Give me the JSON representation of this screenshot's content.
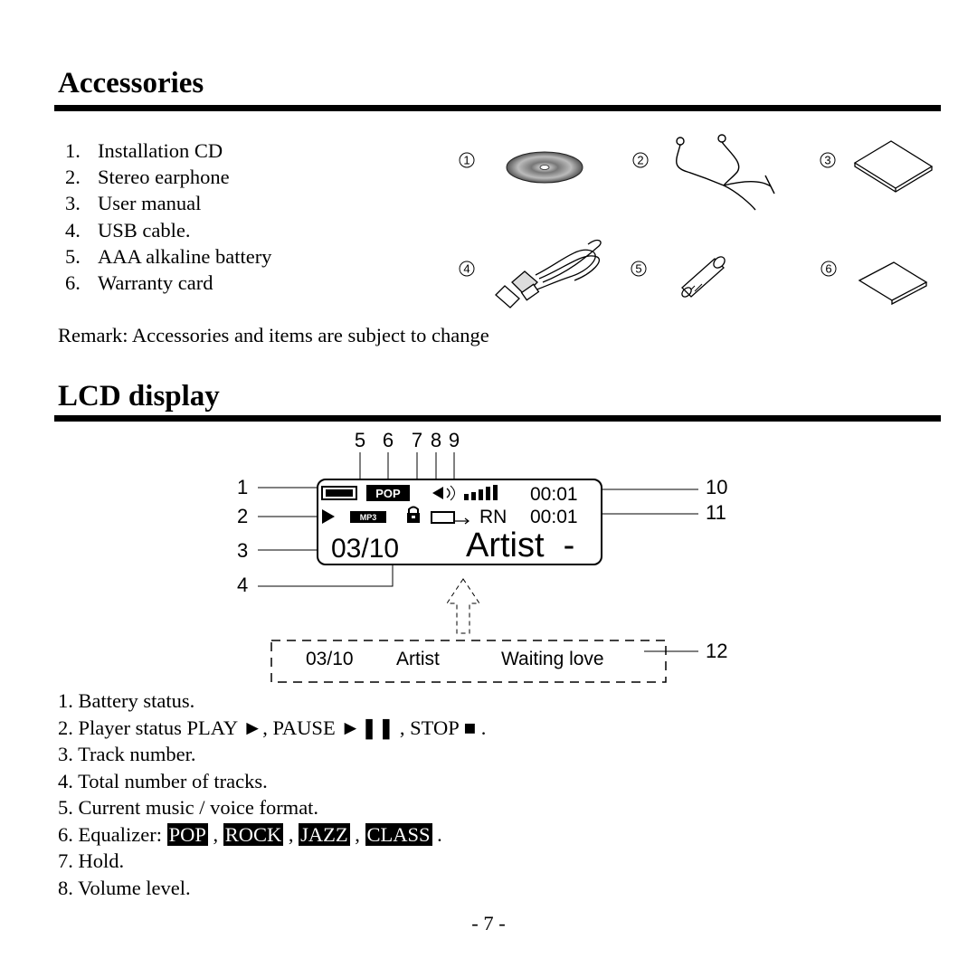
{
  "accessories": {
    "title": "Accessories",
    "items": [
      {
        "num": "1.",
        "label": "Installation CD"
      },
      {
        "num": "2.",
        "label": "Stereo earphone"
      },
      {
        "num": "3.",
        "label": "User manual"
      },
      {
        "num": "4.",
        "label": "USB cable."
      },
      {
        "num": "5.",
        "label": "AAA alkaline battery"
      },
      {
        "num": "6.",
        "label": "Warranty card"
      }
    ],
    "figure_numbers": [
      "1",
      "2",
      "3",
      "4",
      "5",
      "6"
    ],
    "remark": "Remark: Accessories and items are subject to change"
  },
  "lcd": {
    "title": "LCD display",
    "callouts_top": [
      "5",
      "6",
      "7",
      "8",
      "9"
    ],
    "callouts_left": [
      "1",
      "2",
      "3",
      "4"
    ],
    "callouts_right": [
      "10",
      "11",
      "12"
    ],
    "screen": {
      "eq": "POP",
      "format": "MP3",
      "time1": "00:01",
      "repeat": "RN",
      "time2": "00:01",
      "track": "03/10",
      "artist": "Artist  -"
    },
    "scroll": {
      "track": "03/10",
      "artist": "Artist",
      "song": "Waiting love"
    },
    "items": [
      "1. Battery status.",
      "2. Player status PLAY ►, PAUSE ►❚❚ , STOP ■ .",
      "3. Track number.",
      "4. Total number of tracks.",
      "5. Current music / voice format."
    ],
    "eq_item": {
      "prefix": "6. Equalizer: ",
      "badges": [
        "POP",
        "ROCK",
        "JAZZ",
        "CLASS"
      ],
      "suffix": " ."
    },
    "items_after": [
      "7. Hold.",
      "8. Volume level."
    ]
  },
  "page_number": "- 7 -"
}
